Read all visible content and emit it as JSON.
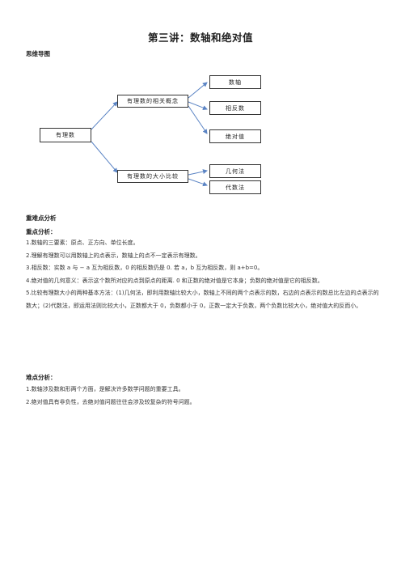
{
  "title": "第三讲：数轴和绝对值",
  "mindmap_heading": "思维导图",
  "mindmap": {
    "root": "有理数",
    "branch1": "有理数的相关概念",
    "branch2": "有理数的大小比较",
    "leaf1": "数轴",
    "leaf2": "相反数",
    "leaf3": "绝对值",
    "leaf4": "几何法",
    "leaf5": "代数法"
  },
  "analysis_heading": "重难点分析",
  "key_heading": "重点分析：",
  "key_points": [
    "1.数轴的三要素：原点、正方向、单位长度。",
    "2.理解有理数可以用数轴上的点表示，数轴上的点不一定表示有理数。",
    "3.相反数：实数 a 与 − a 互为相反数，0 的相反数仍是 0. 若 a，b 互为相反数，则 a+b=0。",
    "4.绝对值的几何意义：表示这个数所对应的点到原点的距离. 0 和正数的绝对值是它本身；负数的绝对值是它的相反数。",
    "5.比较有理数大小的两种基本方法：(1)几何法，即利用数轴比较大小，数轴上不同的两个点表示的数，右边的点表示的数总比左边的点表示的数大；(2)代数法，即运用法则比较大小，正数都大于 0，负数都小于 0，正数一定大于负数，两个负数比较大小，绝对值大的反而小。"
  ],
  "difficult_heading": "难点分析：",
  "difficult_points": [
    "1.数轴涉及数和形两个方面，是解决许多数学问题的重要工具。",
    "2.绝对值具有非负性，去绝对值问题往往会涉及较复杂的符号问题。"
  ],
  "colors": {
    "arrow": "#5b84c4",
    "text": "#222222"
  }
}
